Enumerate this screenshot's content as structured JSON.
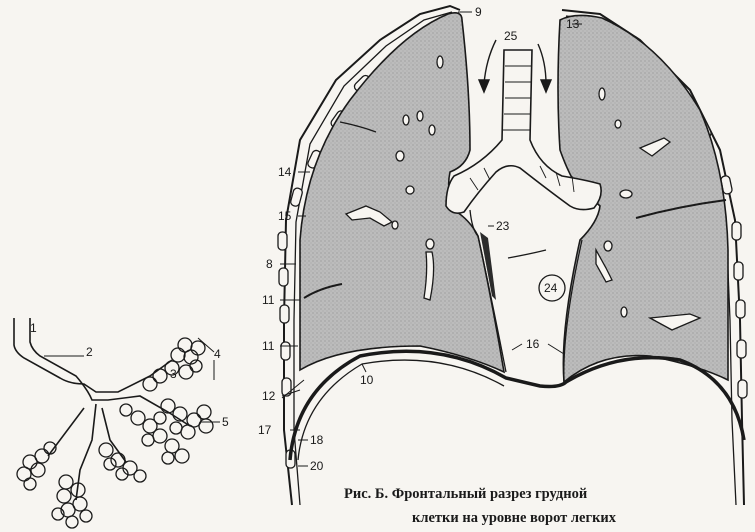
{
  "labels": {
    "l1": "1",
    "l2": "2",
    "l3": "3",
    "l4": "4",
    "l5": "5",
    "l8": "8",
    "l9": "9",
    "l10": "10",
    "l11a": "11",
    "l11b": "11",
    "l12": "12",
    "l13": "13",
    "l14": "14",
    "l15": "15",
    "l16": "16",
    "l17": "17",
    "l18": "18",
    "l20": "20",
    "l23": "23",
    "l24": "24",
    "l25": "25"
  },
  "caption": {
    "line1": "Рис. Б. Фронтальный разрез грудной",
    "line2": "клетки на уровне ворот легких"
  },
  "colors": {
    "lung_fill": "#b9b9b9",
    "outline": "#1a1a1a",
    "background": "#f7f5f1"
  }
}
